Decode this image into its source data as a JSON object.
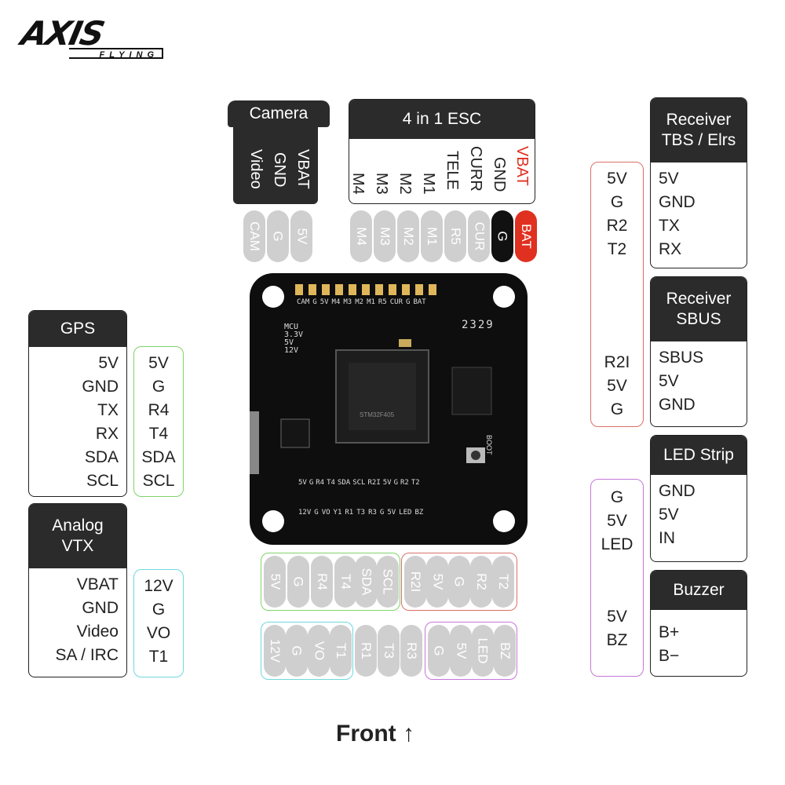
{
  "brand": {
    "name": "AXIS",
    "sub": "FLYING"
  },
  "camera": {
    "header": "Camera",
    "labels": [
      "VBAT",
      "GND",
      "Video"
    ],
    "pins": [
      "CAM",
      "G",
      "5V"
    ]
  },
  "esc": {
    "header": "4 in 1 ESC",
    "labels": [
      "VBAT",
      "GND",
      "CURR",
      "TELE",
      "M1",
      "M2",
      "M3",
      "M4"
    ],
    "pins": [
      "M4",
      "M3",
      "M2",
      "M1",
      "R5",
      "CUR",
      "G",
      "BAT"
    ]
  },
  "gps": {
    "header": "GPS",
    "labels": [
      "5V",
      "GND",
      "TX",
      "RX",
      "SDA",
      "SCL"
    ],
    "pads": [
      "5V",
      "G",
      "R4",
      "T4",
      "SDA",
      "SCL"
    ]
  },
  "vtx": {
    "header_line1": "Analog",
    "header_line2": "VTX",
    "labels": [
      "VBAT",
      "GND",
      "Video",
      "SA / IRC"
    ],
    "pads": [
      "12V",
      "G",
      "VO",
      "T1"
    ]
  },
  "rx_tbs": {
    "header_line1": "Receiver",
    "header_line2": "TBS / Elrs",
    "labels": [
      "5V",
      "GND",
      "TX",
      "RX"
    ],
    "pads": [
      "5V",
      "G",
      "R2",
      "T2"
    ]
  },
  "rx_sbus": {
    "header_line1": "Receiver",
    "header_line2": "SBUS",
    "labels": [
      "SBUS",
      "5V",
      "GND"
    ],
    "pads": [
      "R2I",
      "5V",
      "G"
    ]
  },
  "led": {
    "header": "LED Strip",
    "labels": [
      "GND",
      "5V",
      "IN"
    ],
    "pads": [
      "G",
      "5V",
      "LED"
    ]
  },
  "buzzer": {
    "header": "Buzzer",
    "labels": [
      "B+",
      "B−"
    ],
    "pads": [
      "5V",
      "BZ"
    ]
  },
  "bottom_pins": {
    "row1_green": [
      "5V",
      "G",
      "R4",
      "T4",
      "SDA",
      "SCL"
    ],
    "row1_red": [
      "R2I",
      "5V",
      "G",
      "R2",
      "T2"
    ],
    "row2_cyan": [
      "12V",
      "G",
      "VO",
      "T1"
    ],
    "row2_plain": [
      "R1",
      "T3",
      "R3"
    ],
    "row2_purple": [
      "G",
      "5V",
      "LED",
      "BZ"
    ]
  },
  "board": {
    "top_pads": [
      "CAM",
      "G",
      "5V",
      "M4",
      "M3",
      "M2",
      "M1",
      "R5",
      "CUR",
      "G",
      "BAT"
    ],
    "pads_row1": [
      "5V",
      "G",
      "R4",
      "T4",
      "SDA",
      "SCL",
      "R2I",
      "5V",
      "G",
      "R2",
      "T2"
    ],
    "pads_row2": [
      "12V",
      "G",
      "VO",
      "Y1",
      "R1",
      "T3",
      "R3",
      "G",
      "5V",
      "LED",
      "BZ"
    ],
    "status": [
      "MCU",
      "3.3V",
      "5V",
      "12V"
    ],
    "serial": "2329",
    "boot": "BOOT",
    "chip": "STM32F405"
  },
  "footer": {
    "front": "Front ↑"
  },
  "colors": {
    "pin_gray": "#cfcfcf",
    "pin_black": "#111111",
    "pin_red": "#e03020",
    "header": "#2b2b2b",
    "green": "#7ed46a",
    "cyan": "#6fd8de",
    "red_frame": "#d9706a",
    "purple": "#c478d8"
  }
}
